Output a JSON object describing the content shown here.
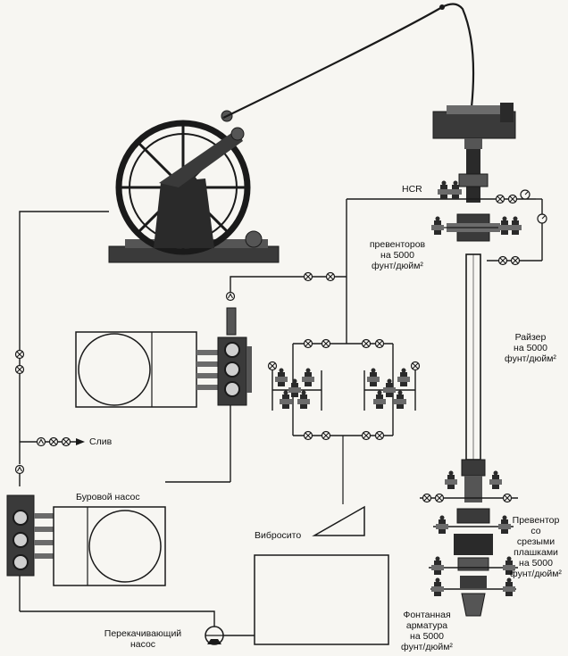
{
  "labels": {
    "hcr": "HCR",
    "preventers_line1": "превенторов",
    "preventers_line2": "на 5000",
    "preventers_line3": "фунт/дюйм²",
    "riser_line1": "Райзер",
    "riser_line2": "на 5000",
    "riser_line3": "фунт/дюйм²",
    "drain": "Слив",
    "mud_pump": "Буровой насос",
    "shaker": "Вибросито",
    "transfer_pump_line1": "Перекачивающий",
    "transfer_pump_line2": "насос",
    "shear_preventer_line1": "Превентор",
    "shear_preventer_line2": "со",
    "shear_preventer_line3": "срезыми",
    "shear_preventer_line4": "плашками",
    "shear_preventer_line5": "на 5000",
    "shear_preventer_line6": "фунт/дюйм²",
    "wellhead_line1": "Фонтанная",
    "wellhead_line2": "арматура",
    "wellhead_line3": "на 5000",
    "wellhead_line4": "фунт/дюйм²"
  },
  "colors": {
    "line": "#1a1a1a",
    "fill_dark": "#2a2a2a",
    "fill_mid": "#6b6b6b",
    "fill_light": "#cfcfcf",
    "background": "#f7f6f2"
  }
}
